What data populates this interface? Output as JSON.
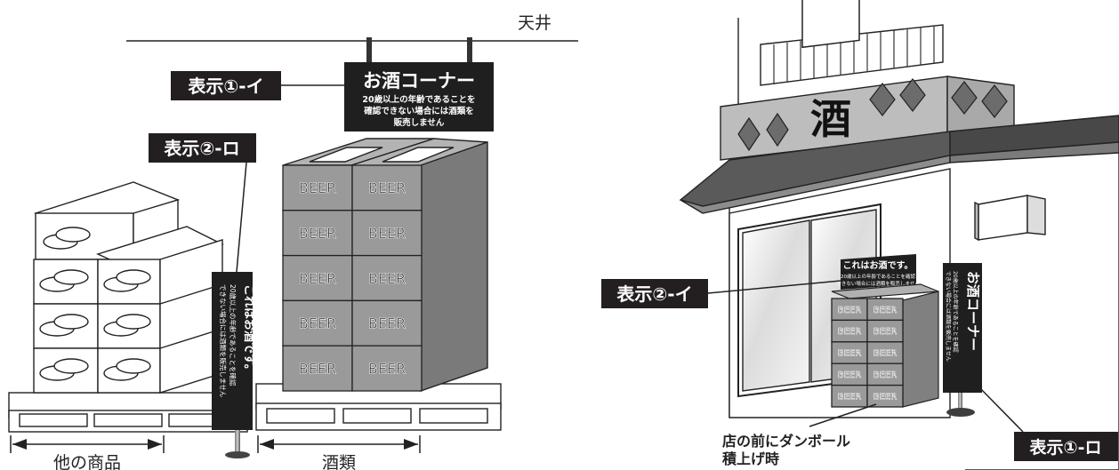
{
  "left_scene": {
    "ceiling_label": "天井",
    "callout_1": "表示①-イ",
    "callout_2": "表示②-ロ",
    "hanging_sign": {
      "title": "お酒コーナー",
      "line1": "20歳以上の年齢であることを",
      "line2": "確認できない場合には酒類を",
      "line3": "販売しません"
    },
    "stand_sign": {
      "title": "これはお酒です。",
      "line1": "20歳以上の年齢であることを確認",
      "line2": "できない場合には酒類を販売しません"
    },
    "box_label": "BEER",
    "dim_other": "他の商品",
    "dim_liquor": "酒類"
  },
  "right_scene": {
    "store_sign": "酒",
    "callout_1": "表示①-ロ",
    "callout_2": "表示②-イ",
    "small_sign": {
      "title": "これはお酒です。",
      "line1": "20歳以上の年齢であることを確認",
      "line2": "できない場合には酒類を販売しません"
    },
    "vertical_sign": {
      "title": "お酒コーナー",
      "line1": "20歳以上の年齢であることを確認",
      "line2": "できない場合には酒類を販売しません"
    },
    "box_label": "BEER",
    "caption_line1": "店の前にダンボール",
    "caption_line2": "積上げ時"
  },
  "colors": {
    "label_bg": "#231f20",
    "box_gray": "#9a9a9a",
    "box_dark": "#6e6e6e",
    "sign_dark": "#1f1f1f",
    "shade": "#5a5a5a"
  }
}
